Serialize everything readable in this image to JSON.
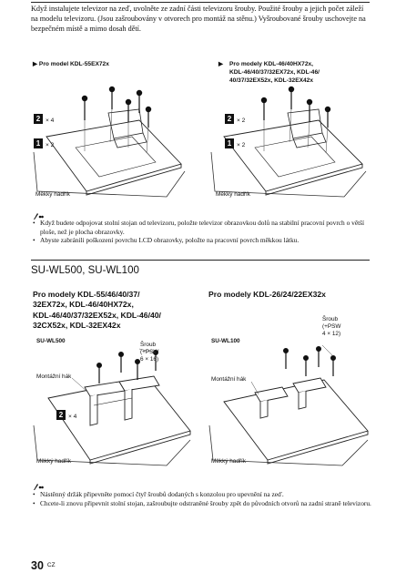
{
  "intro": "Když instalujete televizor na zeď, uvolněte ze zadní části televizoru šrouby. Použité šrouby a jejich počet záleží na modelu televizoru. (Jsou zašroubovány v otvorech pro montáž na stěnu.) Vyšroubované šrouby uschovejte na bezpečném místě a mimo dosah dětí.",
  "figure_left": {
    "caption": "Pro model KDL-55EX72x",
    "badge_top": "2",
    "count_top": "× 4",
    "badge_bottom": "1",
    "count_bottom": "× 2",
    "cloth_label": "Měkký hadřík"
  },
  "figure_right": {
    "caption_lines": [
      "Pro modely KDL-46/40HX72x,",
      "KDL-46/40/37/32EX72x, KDL-46/",
      "40/37/32EX52x, KDL-32EX42x"
    ],
    "badge_top": "2",
    "count_top": "× 2",
    "badge_bottom": "1",
    "count_bottom": "× 2",
    "cloth_label": "Měkký hadřík"
  },
  "notes1": [
    "Když budete odpojovat stolní stojan od televizoru, položte televizor obrazovkou dolů na stabilní pracovní povrch o větší ploše, než je plocha obrazovky.",
    "Abyste zabránili poškození povrchu LCD obrazovky, položte na pracovní povrch měkkou látku."
  ],
  "section_title": "SU-WL500, SU-WL100",
  "left_col": {
    "heading_lines": [
      "Pro modely KDL-55/46/40/37/",
      "32EX72x, KDL-46/40HX72x,",
      "KDL-46/40/37/32EX52x, KDL-46/40/",
      "32CX52x, KDL-32EX42x"
    ],
    "model": "SU-WL500",
    "screw_label": [
      "Šroub",
      "(+PSW",
      "6 × 16)"
    ],
    "hook_label": "Montážní hák",
    "badge": "2",
    "count": "× 4",
    "cloth_label": "Měkký hadřík"
  },
  "right_col": {
    "heading": "Pro modely KDL-26/24/22EX32x",
    "model": "SU-WL100",
    "screw_label": [
      "Šroub",
      "(+PSW",
      "4 × 12)"
    ],
    "hook_label": "Montážní hák",
    "cloth_label": "Měkký hadřík"
  },
  "notes2": [
    "Nástěnný držák připevněte pomocí čtyř šroubů dodaných s konzolou pro upevnění na zeď.",
    "Chcete-li znovu připevnit stolní stojan, zašroubujte odstraněné šrouby zpět do původních otvorů na zadní straně televizoru."
  ],
  "page_number": "30",
  "page_lang": "CZ"
}
